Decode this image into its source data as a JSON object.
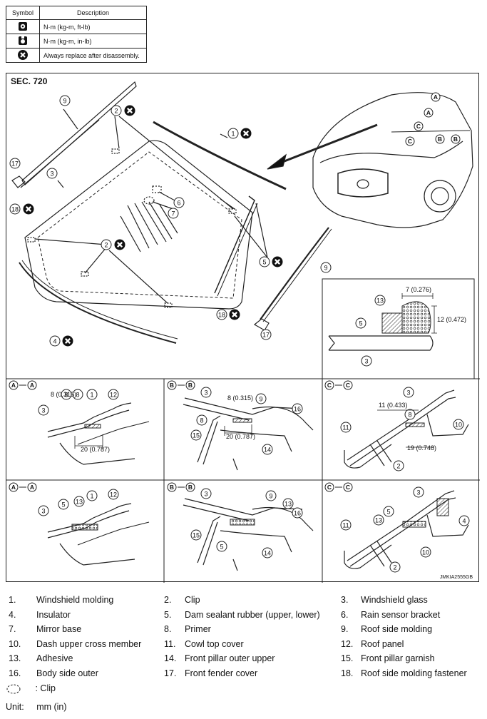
{
  "symbol_table": {
    "header_symbol": "Symbol",
    "header_description": "Description",
    "rows": [
      {
        "icon": "torque-wrench-icon",
        "description": "N·m (kg-m, ft-lb)"
      },
      {
        "icon": "torque-wrench-small-icon",
        "description": "N·m (kg-m, in-lb)"
      },
      {
        "icon": "replace-x-icon",
        "description": "Always replace after disassembly."
      }
    ]
  },
  "diagram": {
    "section": "SEC. 720",
    "figure_id": "JMKIA2555GB",
    "callouts": [
      "1",
      "2",
      "3",
      "4",
      "5",
      "6",
      "7",
      "8",
      "9",
      "10",
      "11",
      "12",
      "13",
      "14",
      "15",
      "16",
      "17",
      "18"
    ],
    "view_labels": {
      "a": "A",
      "b": "B",
      "c": "C"
    },
    "dimensions": {
      "d1": "7 (0.276)",
      "d2": "12 (0.472)",
      "d3": "8 (0.315)",
      "d4": "20 (0.787)",
      "d5": "11 (0.433)",
      "d6": "19 (0.748)"
    }
  },
  "legend": [
    {
      "num": "1.",
      "text": "Windshield molding"
    },
    {
      "num": "2.",
      "text": "Clip"
    },
    {
      "num": "3.",
      "text": "Windshield glass"
    },
    {
      "num": "4.",
      "text": "Insulator"
    },
    {
      "num": "5.",
      "text": "Dam sealant rubber (upper, lower)"
    },
    {
      "num": "6.",
      "text": "Rain sensor bracket"
    },
    {
      "num": "7.",
      "text": "Mirror base"
    },
    {
      "num": "8.",
      "text": "Primer"
    },
    {
      "num": "9.",
      "text": "Roof side molding"
    },
    {
      "num": "10.",
      "text": "Dash upper cross member"
    },
    {
      "num": "11.",
      "text": "Cowl top cover"
    },
    {
      "num": "12.",
      "text": "Roof panel"
    },
    {
      "num": "13.",
      "text": "Adhesive"
    },
    {
      "num": "14.",
      "text": "Front pillar outer upper"
    },
    {
      "num": "15.",
      "text": "Front pillar garnish"
    },
    {
      "num": "16.",
      "text": "Body side outer"
    },
    {
      "num": "17.",
      "text": "Front fender cover"
    },
    {
      "num": "18.",
      "text": "Roof side molding fastener"
    }
  ],
  "clip_note": ": Clip",
  "unit_label": "Unit:",
  "unit_value": "mm (in)"
}
